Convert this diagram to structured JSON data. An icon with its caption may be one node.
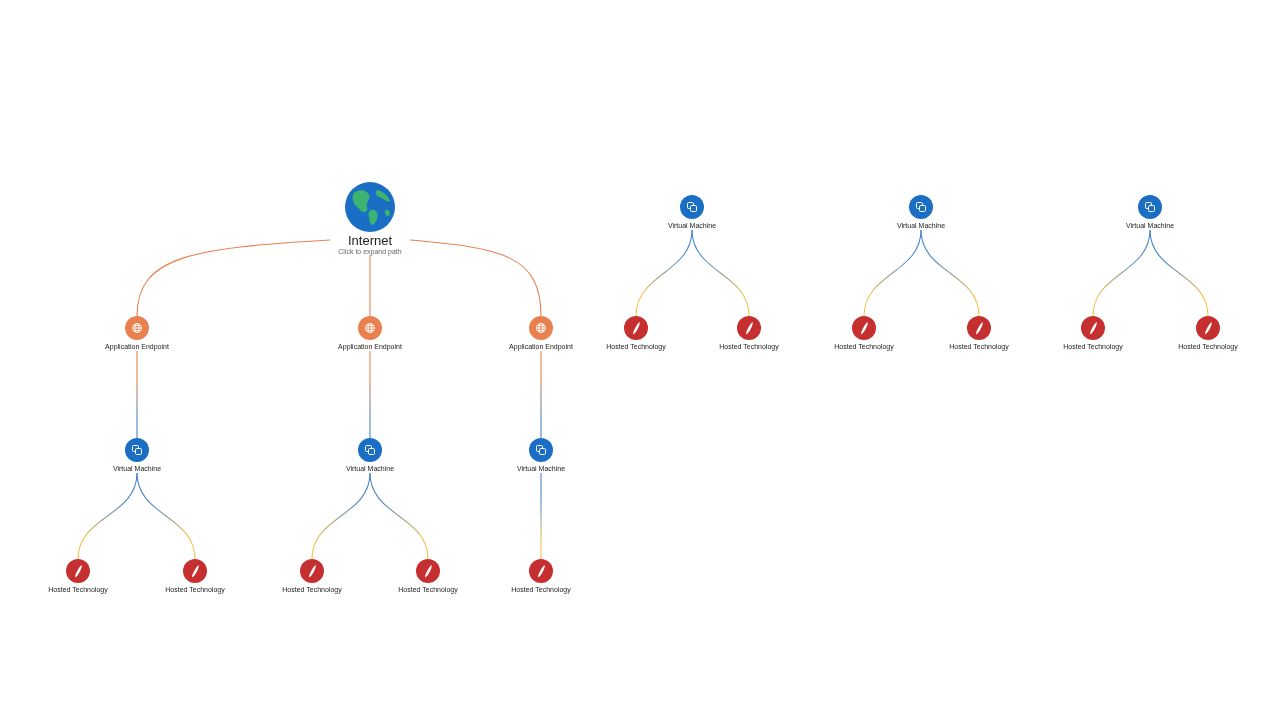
{
  "diagram": {
    "nodes": [
      {
        "text": [
          "Internet",
          "Click to expand path"
        ]
      },
      {
        "text": [
          "Virtual Machine"
        ]
      },
      {
        "text": [
          "Virtual Machine"
        ]
      },
      {
        "text": [
          "Virtual Machine"
        ]
      },
      {
        "text": [
          "Application Endpoint"
        ]
      },
      {
        "text": [
          "Application Endpoint"
        ]
      },
      {
        "text": [
          "Application Endpoint"
        ]
      },
      {
        "text": [
          "Hosted Technology"
        ]
      },
      {
        "text": [
          "Hosted Technology"
        ]
      },
      {
        "text": [
          "Hosted Technology"
        ]
      },
      {
        "text": [
          "Hosted Technology"
        ]
      },
      {
        "text": [
          "Hosted Technology"
        ]
      },
      {
        "text": [
          "Hosted Technology"
        ]
      },
      {
        "text": [
          "Virtual Machine"
        ]
      },
      {
        "text": [
          "Virtual Machine"
        ]
      },
      {
        "text": [
          "Virtual Machine"
        ]
      },
      {
        "text": [
          "Hosted Technology"
        ]
      },
      {
        "text": [
          "Hosted Technology"
        ]
      },
      {
        "text": [
          "Hosted Technology"
        ]
      },
      {
        "text": [
          "Hosted Technology"
        ]
      },
      {
        "text": [
          "Hosted Technology"
        ]
      }
    ],
    "edges": [
      {
        "from": 0,
        "to": 4,
        "arrow": "none"
      },
      {
        "from": 0,
        "to": 5,
        "arrow": "none"
      },
      {
        "from": 0,
        "to": 6,
        "arrow": "none"
      },
      {
        "from": 1,
        "to": 7,
        "arrow": "none"
      },
      {
        "from": 1,
        "to": 8,
        "arrow": "none"
      },
      {
        "from": 2,
        "to": 9,
        "arrow": "none"
      },
      {
        "from": 2,
        "to": 10,
        "arrow": "none"
      },
      {
        "from": 3,
        "to": 11,
        "arrow": "none"
      },
      {
        "from": 3,
        "to": 12,
        "arrow": "none"
      },
      {
        "from": 4,
        "to": 13,
        "arrow": "none"
      },
      {
        "from": 5,
        "to": 14,
        "arrow": "none"
      },
      {
        "from": 6,
        "to": 15,
        "arrow": "none"
      },
      {
        "from": 13,
        "to": 16,
        "arrow": "none"
      },
      {
        "from": 13,
        "to": 17,
        "arrow": "none"
      },
      {
        "from": 14,
        "to": 18,
        "arrow": "none"
      },
      {
        "from": 14,
        "to": 19,
        "arrow": "none"
      },
      {
        "from": 15,
        "to": 20,
        "arrow": "none"
      }
    ]
  }
}
